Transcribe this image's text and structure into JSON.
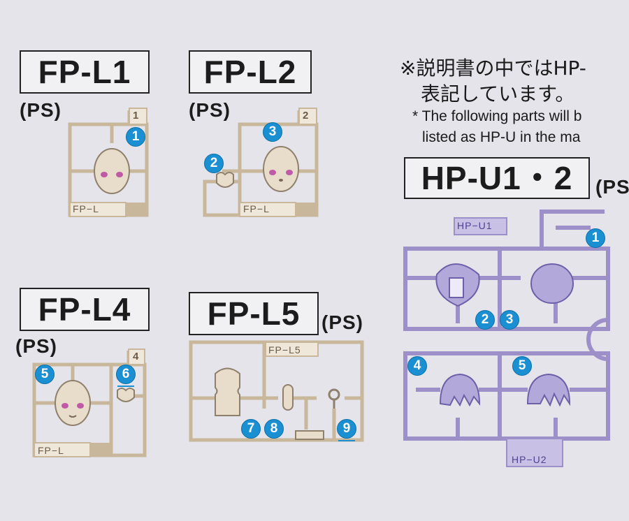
{
  "labels": {
    "fpl1": "FP-L1",
    "fpl2": "FP-L2",
    "fpl4": "FP-L4",
    "fpl5": "FP-L5",
    "hpu": "HP-U1・2"
  },
  "materials": {
    "fpl1": "(PS)",
    "fpl2": "(PS)",
    "fpl4": "(PS)",
    "fpl5": "(PS)",
    "hpu": "(PS"
  },
  "note": {
    "jp_line1": "※説明書の中ではHP-",
    "jp_line2": "表記しています。",
    "en_line1": "* The following parts will b",
    "en_line2": "listed as HP-U in the ma"
  },
  "runner_tags": {
    "fpl1": "FP−L",
    "fpl2": "FP−L",
    "fpl4": "FP−L",
    "fpl5": "FP−L5",
    "hpu1": "HP−U1",
    "hpu2": "HP−U2"
  },
  "runner_numbers": {
    "fpl1": "1",
    "fpl2": "2",
    "fpl4": "4"
  },
  "parts": {
    "p1a": "1",
    "p1b": "1",
    "p2": "2",
    "p3": "3",
    "p5a": "5",
    "p6": "6",
    "p7": "7",
    "p8": "8",
    "p9": "9",
    "p2b": "2",
    "p3b": "3",
    "p4": "4",
    "p5b": "5"
  },
  "colors": {
    "beige_runner": "#c9b79c",
    "beige_fill": "#e8dccb",
    "purple_runner": "#9d90c8",
    "purple_fill": "#b3a8da",
    "badge": "#1a8fd1"
  }
}
